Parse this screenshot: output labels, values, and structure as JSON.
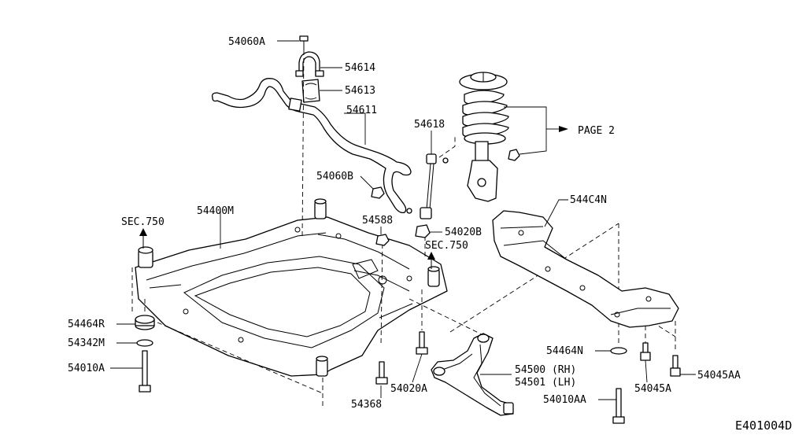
{
  "diagram_id": "E401004D",
  "labels": {
    "p54060A": "54060A",
    "p54614": "54614",
    "p54613": "54613",
    "p54611": "54611",
    "p54618": "54618",
    "page2": "PAGE 2",
    "p54060B": "54060B",
    "p544C4N": "544C4N",
    "p54400M": "54400M",
    "p54588": "54588",
    "p54020B": "54020B",
    "sec750_left": "SEC.750",
    "sec750_right": "SEC.750",
    "p54464R": "54464R",
    "p54342M": "54342M",
    "p54010A": "54010A",
    "p54500": "54500 (RH)",
    "p54501": "54501 (LH)",
    "p54464N": "54464N",
    "p54045AA": "54045AA",
    "p54020A": "54020A",
    "p54045A": "54045A",
    "p54368": "54368",
    "p54010AA": "54010AA"
  }
}
